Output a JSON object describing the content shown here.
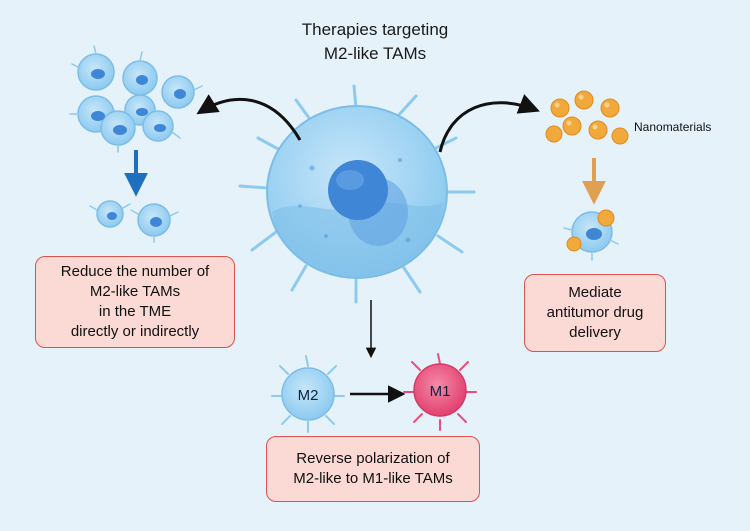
{
  "title": {
    "line1": "Therapies targeting",
    "line2": "M2-like TAMs"
  },
  "left_box": {
    "lines": [
      "Reduce the number of",
      "M2-like TAMs",
      "in the TME",
      "directly or indirectly"
    ]
  },
  "right_box": {
    "lines": [
      "Mediate",
      "antitumor drug",
      "delivery"
    ]
  },
  "bottom_box": {
    "lines": [
      "Reverse polarization of",
      "M2-like to M1-like TAMs"
    ]
  },
  "nanomaterials_label": "Nanomaterials",
  "m2_label": "M2",
  "m1_label": "M1",
  "colors": {
    "background": "#e6f2fa",
    "cell_light": "#a9d6f3",
    "cell_mid": "#7cbde8",
    "nucleus": "#3f86d6",
    "m1_cell": "#ea4f7c",
    "nanoparticle": "#f2a93b",
    "box_fill": "#fbd9d5",
    "box_border": "#d9534f",
    "arrow_blue": "#1f6fc1",
    "arrow_orange": "#e0a052"
  }
}
